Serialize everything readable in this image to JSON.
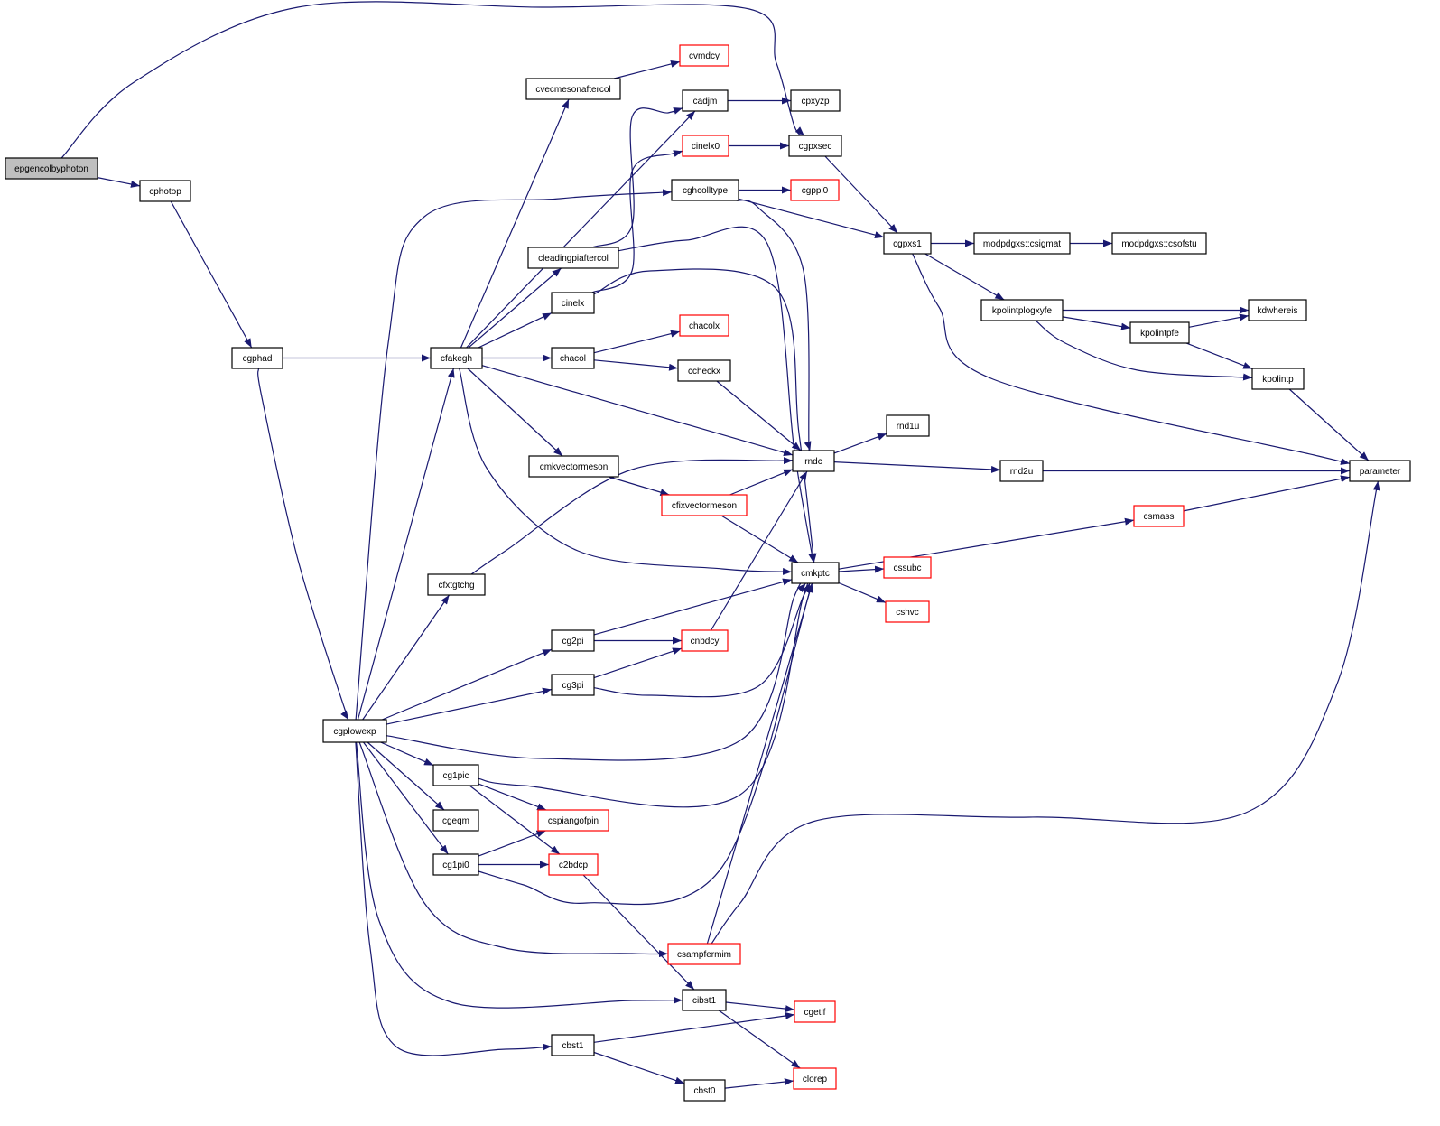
{
  "colors": {
    "edge": "#191970",
    "node_border": "#000000",
    "node_border_external": "#ff0000",
    "node_fill": "#ffffff",
    "root_fill": "#bfbfbf"
  },
  "nodes": [
    {
      "id": "epgencolbyphoton",
      "label": "epgencolbyphoton",
      "kind": "root"
    },
    {
      "id": "cphotop",
      "label": "cphotop",
      "kind": "normal"
    },
    {
      "id": "cgphad",
      "label": "cgphad",
      "kind": "normal"
    },
    {
      "id": "cgplowexp",
      "label": "cgplowexp",
      "kind": "normal"
    },
    {
      "id": "cvecmesonaftercol",
      "label": "cvecmesonaftercol",
      "kind": "normal"
    },
    {
      "id": "cvmdcy",
      "label": "cvmdcy",
      "kind": "external"
    },
    {
      "id": "cadjm",
      "label": "cadjm",
      "kind": "normal"
    },
    {
      "id": "cpxyzp",
      "label": "cpxyzp",
      "kind": "normal"
    },
    {
      "id": "cinelx0",
      "label": "cinelx0",
      "kind": "external"
    },
    {
      "id": "cgpxsec",
      "label": "cgpxsec",
      "kind": "normal"
    },
    {
      "id": "cghcolltype",
      "label": "cghcolltype",
      "kind": "normal"
    },
    {
      "id": "cgppi0",
      "label": "cgppi0",
      "kind": "external"
    },
    {
      "id": "cleadingpiaftercol",
      "label": "cleadingpiaftercol",
      "kind": "normal"
    },
    {
      "id": "cgpxs1",
      "label": "cgpxs1",
      "kind": "normal"
    },
    {
      "id": "csigmat",
      "label": "modpdgxs::csigmat",
      "kind": "normal"
    },
    {
      "id": "csofstu",
      "label": "modpdgxs::csofstu",
      "kind": "normal"
    },
    {
      "id": "cinelx",
      "label": "cinelx",
      "kind": "normal"
    },
    {
      "id": "kpolintplogxyfe",
      "label": "kpolintplogxyfe",
      "kind": "normal"
    },
    {
      "id": "kdwhereis",
      "label": "kdwhereis",
      "kind": "normal"
    },
    {
      "id": "chacolx",
      "label": "chacolx",
      "kind": "external"
    },
    {
      "id": "kpolintpfe",
      "label": "kpolintpfe",
      "kind": "normal"
    },
    {
      "id": "cfakegh",
      "label": "cfakegh",
      "kind": "normal"
    },
    {
      "id": "chacol",
      "label": "chacol",
      "kind": "normal"
    },
    {
      "id": "ccheckx",
      "label": "ccheckx",
      "kind": "normal"
    },
    {
      "id": "kpolintp",
      "label": "kpolintp",
      "kind": "normal"
    },
    {
      "id": "rnd1u",
      "label": "rnd1u",
      "kind": "normal"
    },
    {
      "id": "rndc",
      "label": "rndc",
      "kind": "normal"
    },
    {
      "id": "cmkvectormeson",
      "label": "cmkvectormeson",
      "kind": "normal"
    },
    {
      "id": "rnd2u",
      "label": "rnd2u",
      "kind": "normal"
    },
    {
      "id": "parameter",
      "label": "parameter",
      "kind": "normal"
    },
    {
      "id": "cfixvectormeson",
      "label": "cfixvectormeson",
      "kind": "external"
    },
    {
      "id": "csmass",
      "label": "csmass",
      "kind": "external"
    },
    {
      "id": "cmkptc",
      "label": "cmkptc",
      "kind": "normal"
    },
    {
      "id": "cssubc",
      "label": "cssubc",
      "kind": "external"
    },
    {
      "id": "cfxtgtchg",
      "label": "cfxtgtchg",
      "kind": "normal"
    },
    {
      "id": "cshvc",
      "label": "cshvc",
      "kind": "external"
    },
    {
      "id": "cg2pi",
      "label": "cg2pi",
      "kind": "normal"
    },
    {
      "id": "cnbdcy",
      "label": "cnbdcy",
      "kind": "external"
    },
    {
      "id": "cg3pi",
      "label": "cg3pi",
      "kind": "normal"
    },
    {
      "id": "cg1pic",
      "label": "cg1pic",
      "kind": "normal"
    },
    {
      "id": "cgeqm",
      "label": "cgeqm",
      "kind": "normal"
    },
    {
      "id": "cspiangofpin",
      "label": "cspiangofpin",
      "kind": "external"
    },
    {
      "id": "cg1pi0",
      "label": "cg1pi0",
      "kind": "normal"
    },
    {
      "id": "c2bdcp",
      "label": "c2bdcp",
      "kind": "external"
    },
    {
      "id": "csampfermim",
      "label": "csampfermim",
      "kind": "external"
    },
    {
      "id": "cibst1",
      "label": "cibst1",
      "kind": "normal"
    },
    {
      "id": "cgetlf",
      "label": "cgetlf",
      "kind": "external"
    },
    {
      "id": "cbst1",
      "label": "cbst1",
      "kind": "normal"
    },
    {
      "id": "clorep",
      "label": "clorep",
      "kind": "external"
    },
    {
      "id": "cbst0",
      "label": "cbst0",
      "kind": "normal"
    }
  ],
  "edges": [
    [
      "epgencolbyphoton",
      "cgpxsec"
    ],
    [
      "epgencolbyphoton",
      "cphotop"
    ],
    [
      "cphotop",
      "cgphad"
    ],
    [
      "cgphad",
      "cfakegh"
    ],
    [
      "cgphad",
      "cgplowexp"
    ],
    [
      "cvecmesonaftercol",
      "cvmdcy"
    ],
    [
      "cadjm",
      "cpxyzp"
    ],
    [
      "cinelx0",
      "cgpxsec"
    ],
    [
      "cgpxsec",
      "cgpxs1"
    ],
    [
      "cghcolltype",
      "cgppi0"
    ],
    [
      "cghcolltype",
      "cgpxs1"
    ],
    [
      "cghcolltype",
      "rndc"
    ],
    [
      "cleadingpiaftercol",
      "cadjm"
    ],
    [
      "cleadingpiaftercol",
      "cmkptc"
    ],
    [
      "cgpxs1",
      "csigmat"
    ],
    [
      "cgpxs1",
      "kpolintplogxyfe"
    ],
    [
      "cgpxs1",
      "parameter"
    ],
    [
      "csigmat",
      "csofstu"
    ],
    [
      "cinelx",
      "cinelx0"
    ],
    [
      "cinelx",
      "cmkptc"
    ],
    [
      "kpolintplogxyfe",
      "kdwhereis"
    ],
    [
      "kpolintplogxyfe",
      "kpolintpfe"
    ],
    [
      "kpolintplogxyfe",
      "kpolintp"
    ],
    [
      "kpolintpfe",
      "kdwhereis"
    ],
    [
      "kpolintpfe",
      "kpolintp"
    ],
    [
      "kpolintp",
      "parameter"
    ],
    [
      "cfakegh",
      "cvecmesonaftercol"
    ],
    [
      "cfakegh",
      "cadjm"
    ],
    [
      "cfakegh",
      "cleadingpiaftercol"
    ],
    [
      "cfakegh",
      "cinelx"
    ],
    [
      "cfakegh",
      "chacol"
    ],
    [
      "cfakegh",
      "rndc"
    ],
    [
      "cfakegh",
      "cmkvectormeson"
    ],
    [
      "cfakegh",
      "cmkptc"
    ],
    [
      "chacol",
      "chacolx"
    ],
    [
      "chacol",
      "ccheckx"
    ],
    [
      "ccheckx",
      "rndc"
    ],
    [
      "rndc",
      "rnd1u"
    ],
    [
      "rndc",
      "rnd2u"
    ],
    [
      "rnd2u",
      "parameter"
    ],
    [
      "cmkvectormeson",
      "cfixvectormeson"
    ],
    [
      "cfixvectormeson",
      "rndc"
    ],
    [
      "cfixvectormeson",
      "cmkptc"
    ],
    [
      "csmass",
      "parameter"
    ],
    [
      "cmkptc",
      "csmass"
    ],
    [
      "cmkptc",
      "cssubc"
    ],
    [
      "cmkptc",
      "cshvc"
    ],
    [
      "cfxtgtchg",
      "rndc"
    ],
    [
      "cg2pi",
      "cmkptc"
    ],
    [
      "cg2pi",
      "cnbdcy"
    ],
    [
      "cnbdcy",
      "rndc"
    ],
    [
      "cg3pi",
      "cnbdcy"
    ],
    [
      "cg3pi",
      "cmkptc"
    ],
    [
      "cg1pic",
      "cmkptc"
    ],
    [
      "cg1pic",
      "cspiangofpin"
    ],
    [
      "cg1pic",
      "c2bdcp"
    ],
    [
      "cg1pi0",
      "cspiangofpin"
    ],
    [
      "cg1pi0",
      "c2bdcp"
    ],
    [
      "cg1pi0",
      "cmkptc"
    ],
    [
      "c2bdcp",
      "cibst1"
    ],
    [
      "csampfermim",
      "cmkptc"
    ],
    [
      "csampfermim",
      "parameter"
    ],
    [
      "cibst1",
      "cgetlf"
    ],
    [
      "cibst1",
      "clorep"
    ],
    [
      "cbst1",
      "cgetlf"
    ],
    [
      "cbst1",
      "cbst0"
    ],
    [
      "cbst0",
      "clorep"
    ],
    [
      "cgplowexp",
      "cghcolltype"
    ],
    [
      "cgplowexp",
      "cfakegh"
    ],
    [
      "cgplowexp",
      "cfxtgtchg"
    ],
    [
      "cgplowexp",
      "cg2pi"
    ],
    [
      "cgplowexp",
      "cg3pi"
    ],
    [
      "cgplowexp",
      "cmkptc"
    ],
    [
      "cgplowexp",
      "cg1pic"
    ],
    [
      "cgplowexp",
      "cgeqm"
    ],
    [
      "cgplowexp",
      "cg1pi0"
    ],
    [
      "cgplowexp",
      "csampfermim"
    ],
    [
      "cgplowexp",
      "cibst1"
    ],
    [
      "cgplowexp",
      "cbst1"
    ]
  ]
}
